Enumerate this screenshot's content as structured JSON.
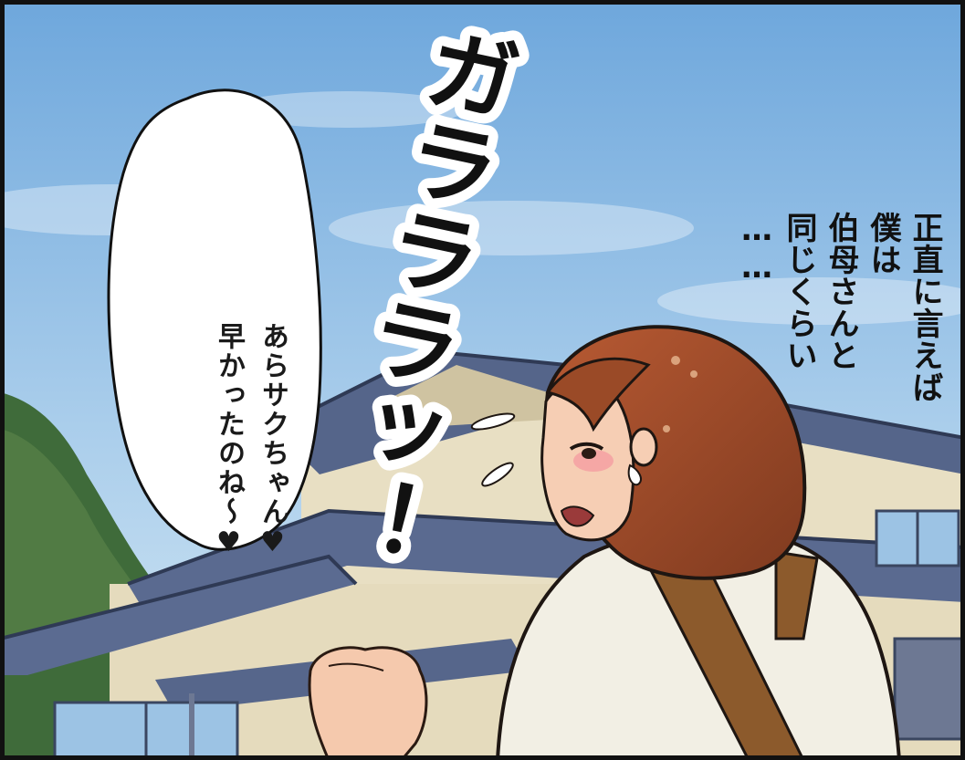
{
  "panel": {
    "speech_bubble": {
      "lines": [
        "あらサクちゃん♥",
        "早かったのね〜♥"
      ]
    },
    "narration": {
      "lines": [
        "正直に言えば",
        "僕は",
        "伯母さんと",
        "同じくらい",
        "……"
      ]
    },
    "sound_effect": {
      "text": "ガラララッ！"
    }
  },
  "colors": {
    "sky_top": "#7fb4e0",
    "sky_bottom": "#c9e2f3",
    "roof": "#5b6a8c",
    "wall": "#e9e0c4",
    "hair": "#a24e2c",
    "sweater": "#f1efe6",
    "strap": "#8a5a2a",
    "skin": "#f6ceb4"
  }
}
